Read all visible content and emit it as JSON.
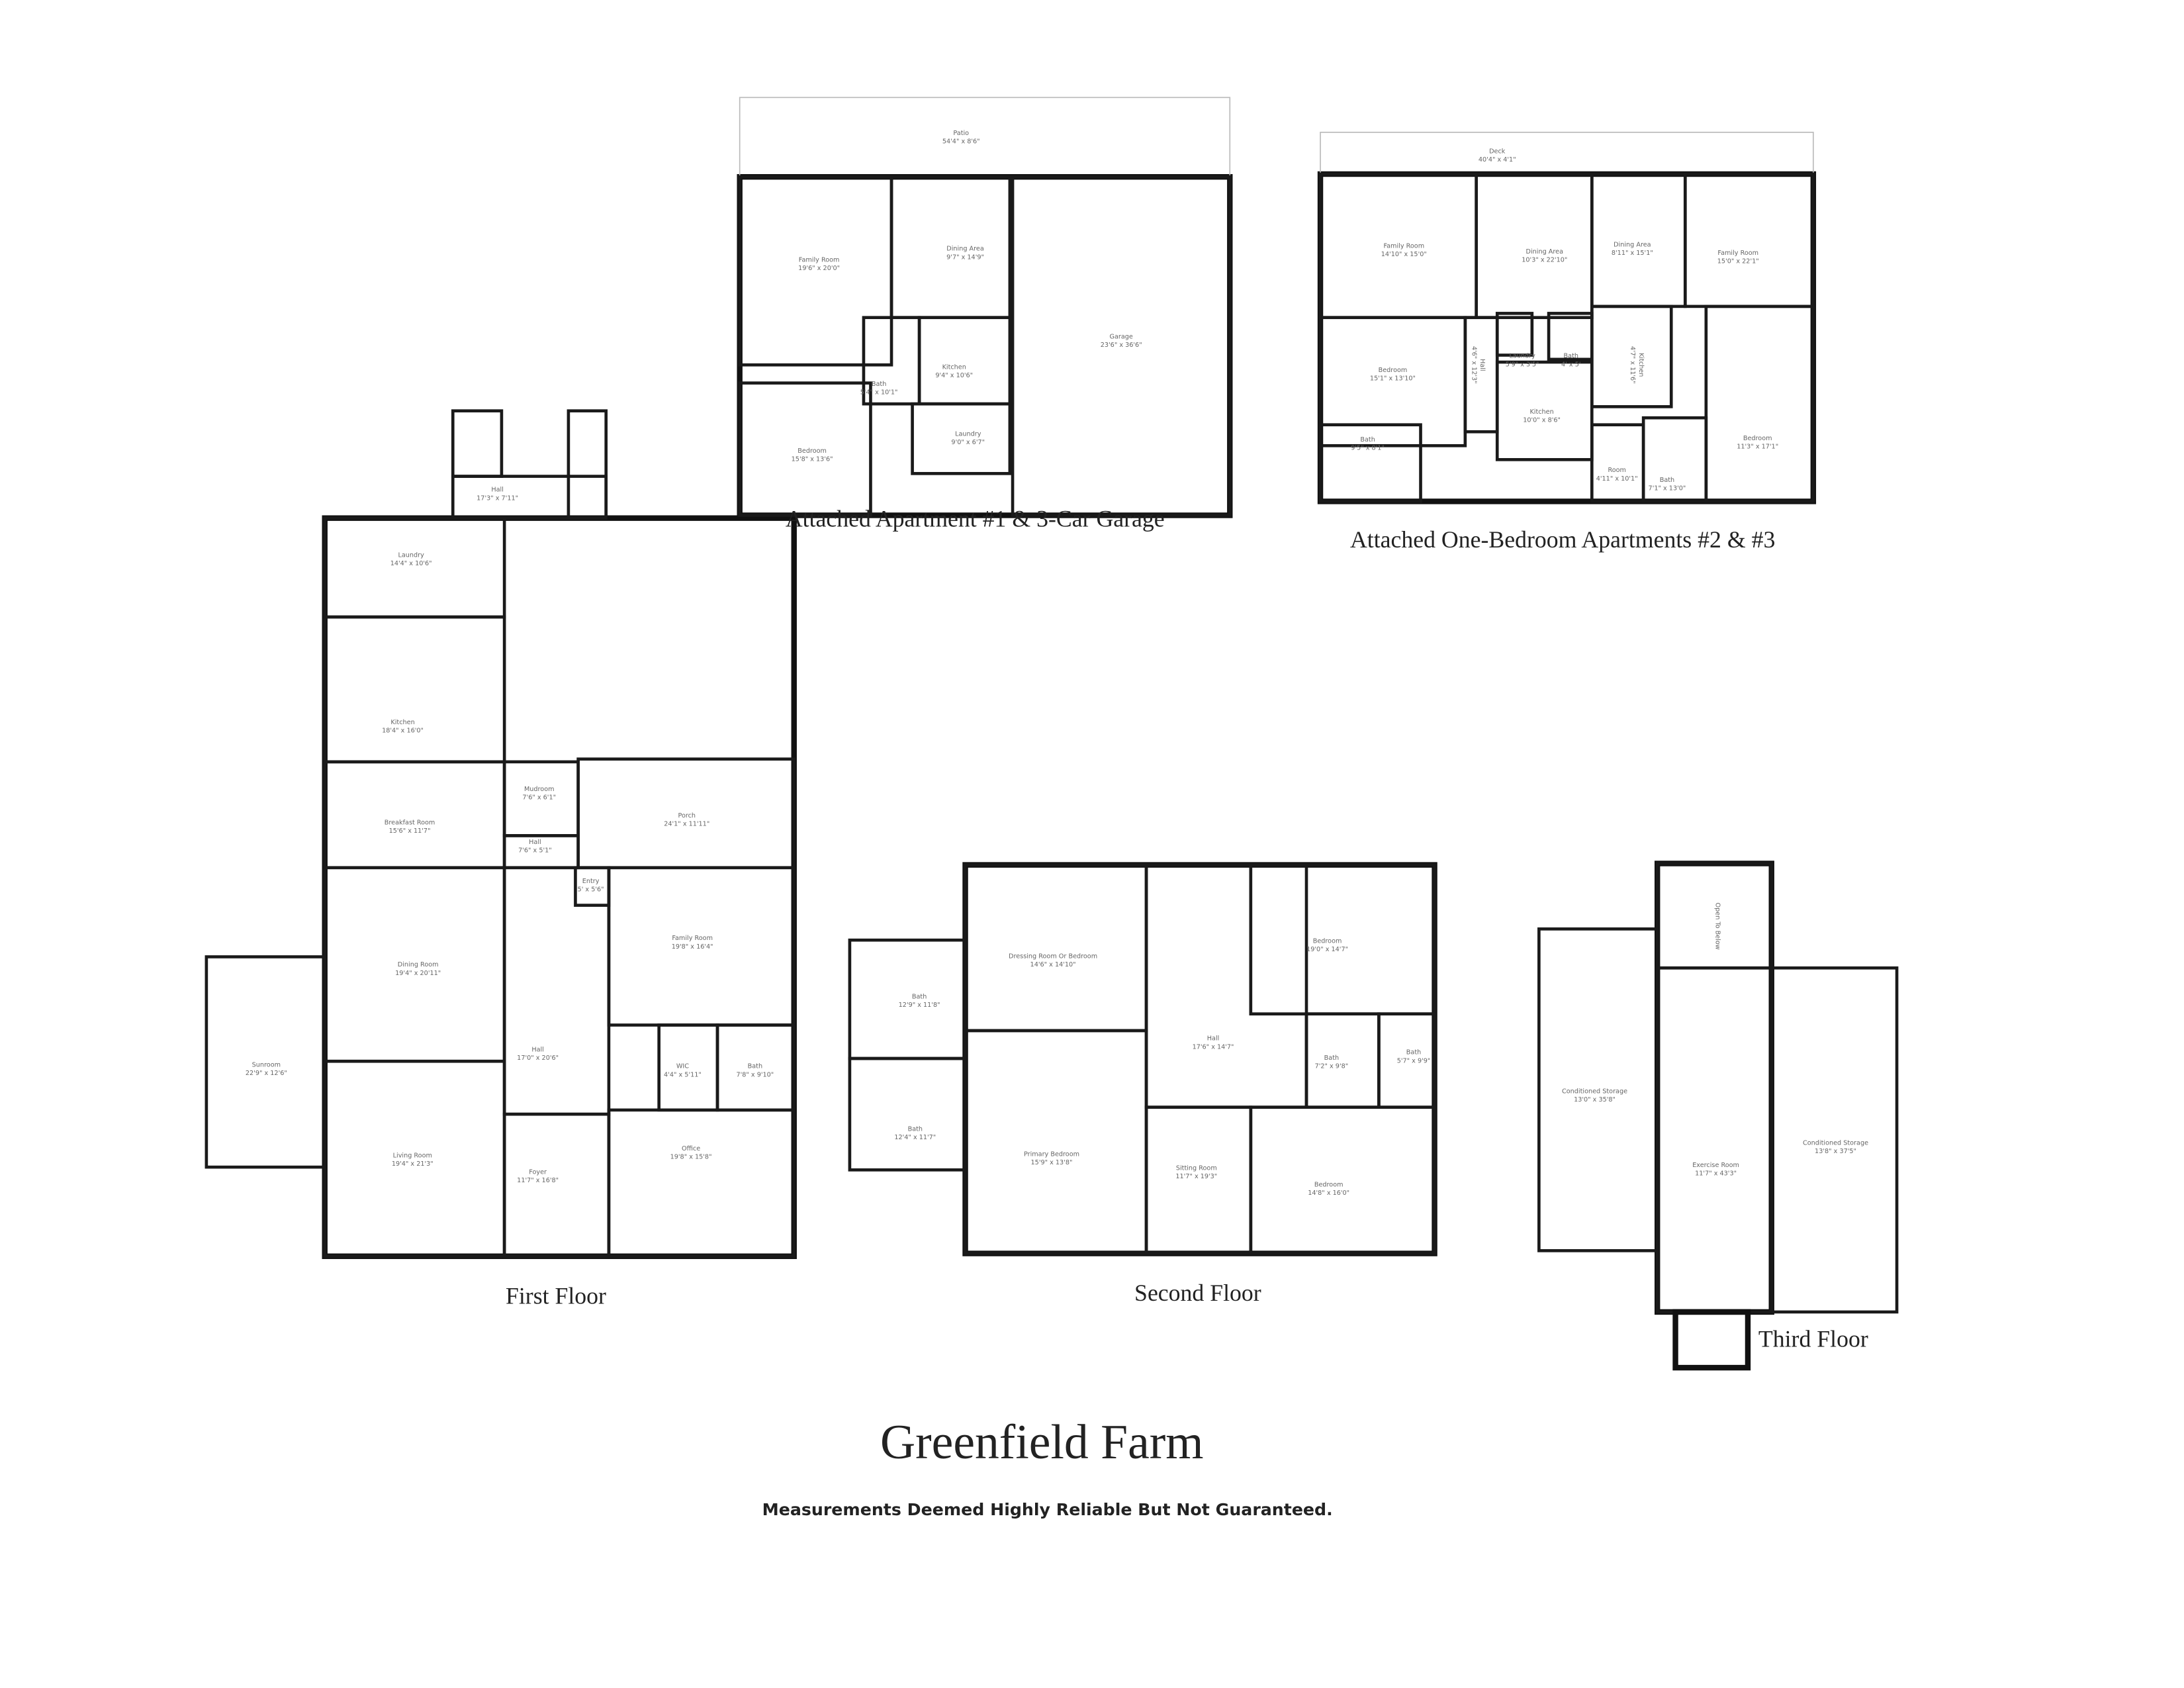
{
  "title": "Greenfield Farm",
  "disclaimer": "Measurements Deemed Highly Reliable But Not Guaranteed.",
  "plans": [
    {
      "title": "Attached Apartment #1 & 3-Car Garage",
      "rooms": [
        {
          "name": "Patio",
          "dims": "54'4\" x 8'6\""
        },
        {
          "name": "Family Room",
          "dims": "19'6\" x 20'0\""
        },
        {
          "name": "Dining Area",
          "dims": "9'7\" x 14'9\""
        },
        {
          "name": "Kitchen",
          "dims": "9'4\" x 10'6\""
        },
        {
          "name": "Bath",
          "dims": "5'4\" x 10'1\""
        },
        {
          "name": "Bedroom",
          "dims": "15'8\" x 13'6\""
        },
        {
          "name": "Laundry",
          "dims": "9'0\" x 6'7\""
        },
        {
          "name": "Garage",
          "dims": "23'6\" x 36'6\""
        }
      ]
    },
    {
      "title": "Attached One-Bedroom Apartments #2 & #3",
      "rooms": [
        {
          "name": "Deck",
          "dims": "40'4\" x 4'1\""
        },
        {
          "name": "Family Room",
          "dims": "14'10\" x 15'0\""
        },
        {
          "name": "Dining Area",
          "dims": "10'3\" x 22'10\""
        },
        {
          "name": "Dining Area",
          "dims": "8'11\" x 15'1\""
        },
        {
          "name": "Family Room",
          "dims": "15'0\" x 22'1\""
        },
        {
          "name": "Bedroom",
          "dims": "15'1\" x 13'10\""
        },
        {
          "name": "Laundry",
          "dims": "5'9\" x 3'5\""
        },
        {
          "name": "Bath",
          "dims": "4' x 5'"
        },
        {
          "name": "Kitchen",
          "dims": "10'0\" x 8'6\""
        },
        {
          "name": "Kitchen",
          "dims": "4'7\" x 11'6\""
        },
        {
          "name": "Hall",
          "dims": "4'6\" x 12'3\""
        },
        {
          "name": "Bath",
          "dims": "9'5\" x 8'1\""
        },
        {
          "name": "Bedroom",
          "dims": "11'3\" x 17'1\""
        },
        {
          "name": "Room",
          "dims": "4'11\" x 10'1\""
        },
        {
          "name": "Bath",
          "dims": "7'1\" x 13'0\""
        }
      ]
    },
    {
      "title": "First Floor",
      "rooms": [
        {
          "name": "Hall",
          "dims": "17'3\" x 7'11\""
        },
        {
          "name": "Laundry",
          "dims": "14'4\" x 10'6\""
        },
        {
          "name": "Kitchen",
          "dims": "18'4\" x 16'0\""
        },
        {
          "name": "Breakfast Room",
          "dims": "15'6\" x 11'7\""
        },
        {
          "name": "Mudroom",
          "dims": "7'6\" x 6'1\""
        },
        {
          "name": "Hall",
          "dims": "7'6\" x 5'1\""
        },
        {
          "name": "Porch",
          "dims": "24'1\" x 11'11\""
        },
        {
          "name": "Entry",
          "dims": "5' x 5'6\""
        },
        {
          "name": "Dining Room",
          "dims": "19'4\" x 20'11\""
        },
        {
          "name": "Living Room",
          "dims": "19'4\" x 21'3\""
        },
        {
          "name": "Hall",
          "dims": "17'0\" x 20'6\""
        },
        {
          "name": "Foyer",
          "dims": "11'7\" x 16'8\""
        },
        {
          "name": "Family Room",
          "dims": "19'8\" x 16'4\""
        },
        {
          "name": "WIC",
          "dims": "4'4\" x 5'11\""
        },
        {
          "name": "Bath",
          "dims": "7'8\" x 9'10\""
        },
        {
          "name": "Office",
          "dims": "19'8\" x 15'8\""
        },
        {
          "name": "Sunroom",
          "dims": "22'9\" x 12'6\""
        }
      ]
    },
    {
      "title": "Second Floor",
      "rooms": [
        {
          "name": "Bath",
          "dims": "12'9\" x 11'8\""
        },
        {
          "name": "Bath",
          "dims": "12'4\" x 11'7\""
        },
        {
          "name": "Dressing Room Or Bedroom",
          "dims": "14'6\" x 14'10\""
        },
        {
          "name": "Primary Bedroom",
          "dims": "15'9\" x 13'8\""
        },
        {
          "name": "Hall",
          "dims": "17'6\" x 14'7\""
        },
        {
          "name": "Sitting Room",
          "dims": "11'7\" x 19'3\""
        },
        {
          "name": "Bedroom",
          "dims": "19'0\" x 14'7\""
        },
        {
          "name": "Bath",
          "dims": "7'2\" x 9'8\""
        },
        {
          "name": "Bath",
          "dims": "5'7\" x 9'9\""
        },
        {
          "name": "Bedroom",
          "dims": "14'8\" x 16'0\""
        }
      ]
    },
    {
      "title": "Third Floor",
      "rooms": [
        {
          "name": "Conditioned Storage",
          "dims": "13'0\" x 35'8\""
        },
        {
          "name": "Open To Below",
          "dims": ""
        },
        {
          "name": "Exercise Room",
          "dims": "11'7\" x 43'3\""
        },
        {
          "name": "Conditioned Storage",
          "dims": "13'8\" x 37'5\""
        }
      ]
    }
  ]
}
